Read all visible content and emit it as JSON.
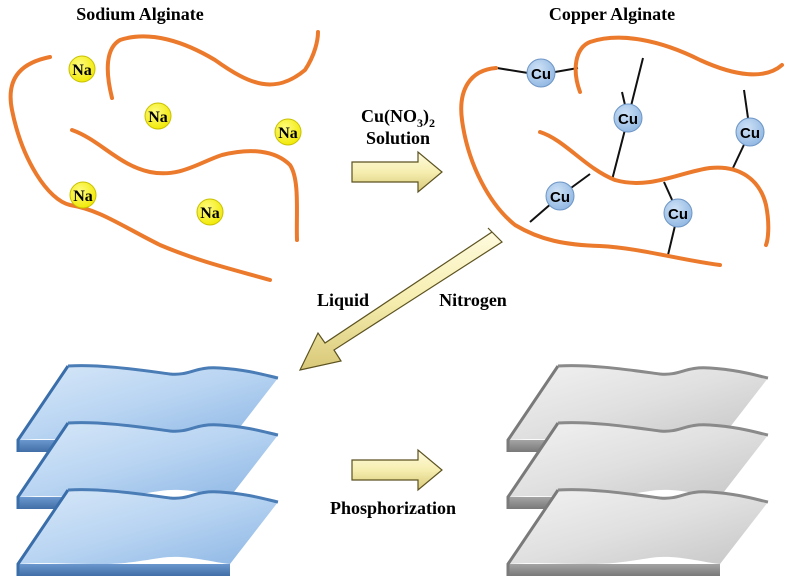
{
  "labels": {
    "sodium_alginate": "Sodium Alginate",
    "copper_alginate": "Copper Alginate",
    "solution_line1_prefix": "Cu(NO",
    "solution_line1_sub3": "3",
    "solution_line1_paren": ")",
    "solution_line1_sub2": "2",
    "solution_line2": "Solution",
    "liquid": "Liquid",
    "nitrogen": "Nitrogen",
    "phosphorization": "Phosphorization"
  },
  "ions": {
    "sodium": "Na",
    "copper": "Cu"
  },
  "colors": {
    "chain": "#ec7a2c",
    "sodium_ion": "#f4f000",
    "copper_ion": "#a8c8ec",
    "arrow_fill": "#f6eeb0",
    "arrow_stroke": "#5c5220",
    "aerogel_blue": "#9cc2ea",
    "aerogel_gray": "#d8d8d8"
  }
}
